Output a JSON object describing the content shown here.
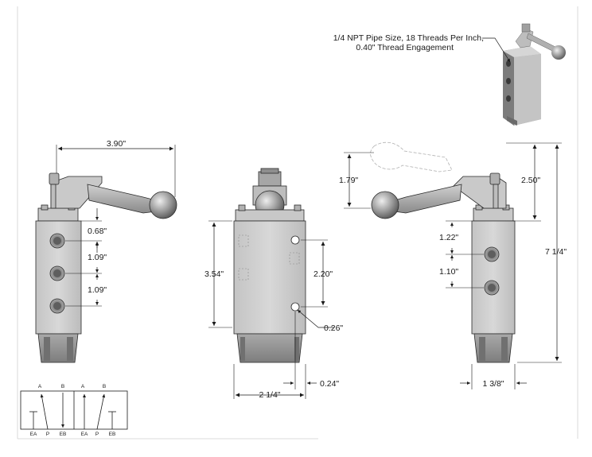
{
  "callout": {
    "line1": "1/4 NPT Pipe Size, 18 Threads Per Inch,",
    "line2": "0.40\" Thread Engagement"
  },
  "dimensions": {
    "overall_width_left": "3.90\"",
    "top_to_port1": "0.68\"",
    "port1_to_port2": "1.09\"",
    "port2_to_port3": "1.09\"",
    "body_height": "3.54\"",
    "hole_spacing": "2.20\"",
    "hole_diameter": "0.26\"",
    "hole_offset": "0.24\"",
    "body_width": "2 1/4\"",
    "handle_height": "1.79\"",
    "handle_top": "2.50\"",
    "top_to_port_right": "1.22\"",
    "port_spacing_right": "1.10\"",
    "overall_height": "7 1/4\"",
    "body_depth": "1 3/8\""
  },
  "valve_symbol": {
    "top_labels": [
      "A",
      "B",
      "A",
      "B"
    ],
    "bottom_labels": [
      "EA",
      "P",
      "EB",
      "EA",
      "P",
      "EB"
    ]
  },
  "colors": {
    "body_light": "#d2d2d2",
    "body_mid": "#b9b9b9",
    "body_dark": "#8c8c8c",
    "line": "#1a1a1a"
  }
}
